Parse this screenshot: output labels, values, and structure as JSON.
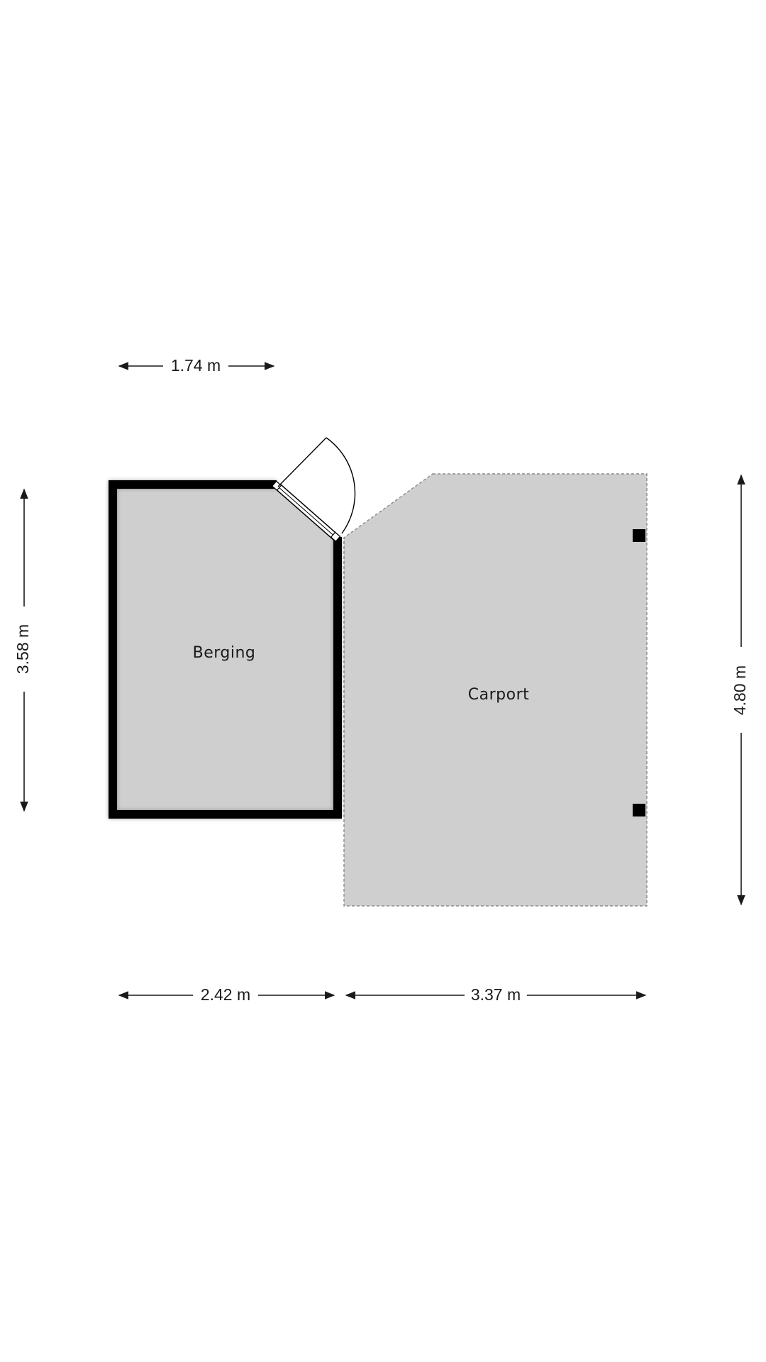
{
  "rooms": [
    {
      "name": "Berging"
    },
    {
      "name": "Carport"
    }
  ],
  "dimensions": {
    "berging_top_width": "1.74 m",
    "berging_height": "3.58 m",
    "berging_bottom_width": "2.42 m",
    "carport_width": "3.37 m",
    "carport_height": "4.80 m"
  },
  "colors": {
    "wall": "#000000",
    "floor": "#cfcfcf",
    "background": "#ffffff",
    "dimension": "#1a1a1a"
  }
}
